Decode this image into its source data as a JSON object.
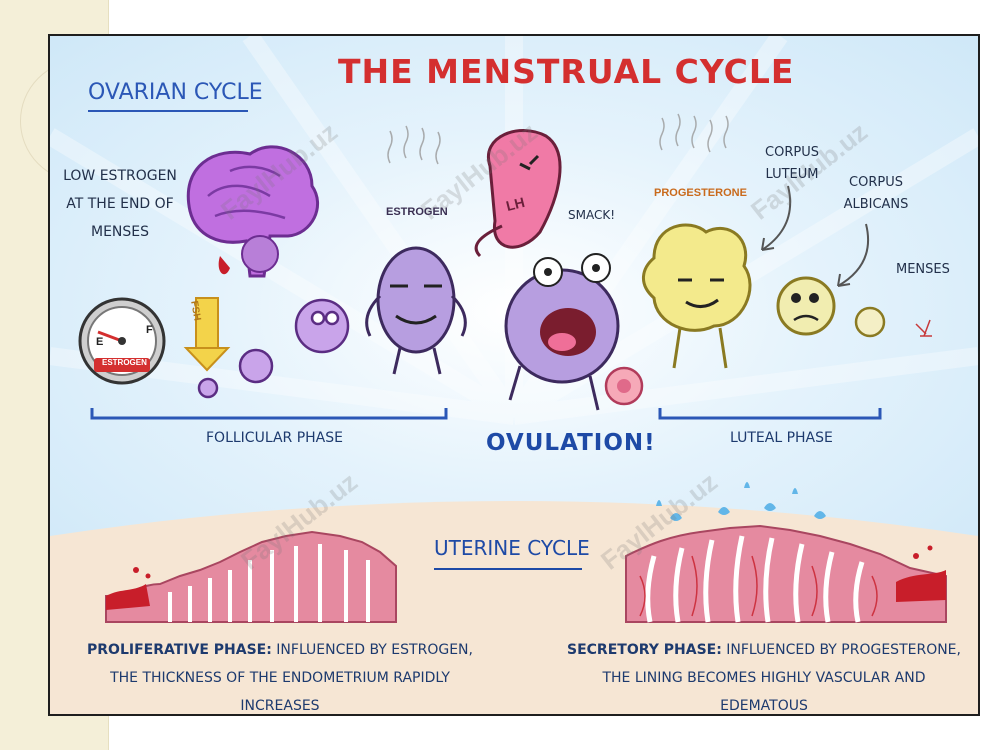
{
  "title": "THE MENSTRUAL CYCLE",
  "ovarian_cycle": {
    "heading": "OVARIAN CYCLE",
    "low_estrogen_note": "LOW ESTROGEN AT THE END OF MENSES",
    "gauge": {
      "empty": "E",
      "full": "F",
      "label": "ESTROGEN"
    },
    "fsh": "FSH",
    "estrogen_label": "ESTROGEN",
    "lh_label": "LH",
    "smack": "SMACK!",
    "progesterone_label": "PROGESTERONE",
    "corpus_luteum": "CORPUS LUTEUM",
    "corpus_albicans": "CORPUS ALBICANS",
    "menses": "MENSES",
    "follicular_phase": "FOLLICULAR PHASE",
    "ovulation": "OVULATION!",
    "luteal_phase": "LUTEAL PHASE"
  },
  "uterine_cycle": {
    "heading": "UTERINE CYCLE",
    "proliferative": {
      "name": "PROLIFERATIVE PHASE:",
      "line1": "INFLUENCED BY ESTROGEN,",
      "line2": "THE THICKNESS OF THE ENDOMETRIUM RAPIDLY INCREASES"
    },
    "secretory": {
      "name": "SECRETORY PHASE:",
      "line1": "INFLUENCED BY PROGESTERONE,",
      "line2": "THE LINING BECOMES HIGHLY VASCULAR AND EDEMATOUS"
    }
  },
  "watermark": "FaylHub.uz",
  "colors": {
    "title_red": "#d42f2f",
    "text_blue": "#1d3a6e",
    "follicle_purple": "#b99ae0",
    "corpus_yellow": "#f3ea8c",
    "endometrium_pink": "#e58aa0",
    "blood_red": "#c81e2a"
  }
}
